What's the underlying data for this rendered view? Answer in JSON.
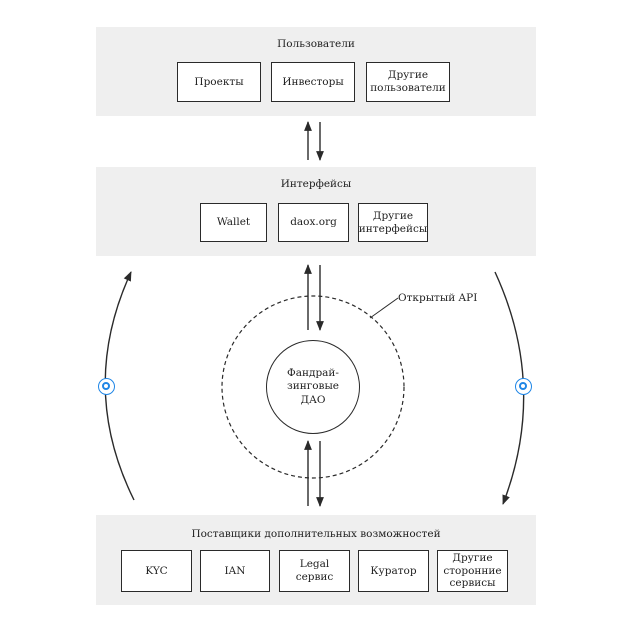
{
  "users": {
    "title": "Пользователи",
    "items": [
      "Проекты",
      "Инвесторы",
      "Другие\nпользователи"
    ]
  },
  "interfaces": {
    "title": "Интерфейсы",
    "items": [
      "Wallet",
      "daox.org",
      "Другие\nинтерфейсы"
    ]
  },
  "core": {
    "dao_label": "Фандрай-\nзинговые\nДАО",
    "api_label": "Открытый API"
  },
  "providers": {
    "title": "Поставщики дополнительных возможностей",
    "items": [
      "KYC",
      "IAN",
      "Legal\nсервис",
      "Куратор",
      "Другие\nсторонние\nсервисы"
    ]
  },
  "colors": {
    "panel": "#efefef",
    "stroke": "#2a2a2a",
    "badge": "#1f86e6"
  },
  "icons": [
    "token-icon",
    "token-icon"
  ]
}
